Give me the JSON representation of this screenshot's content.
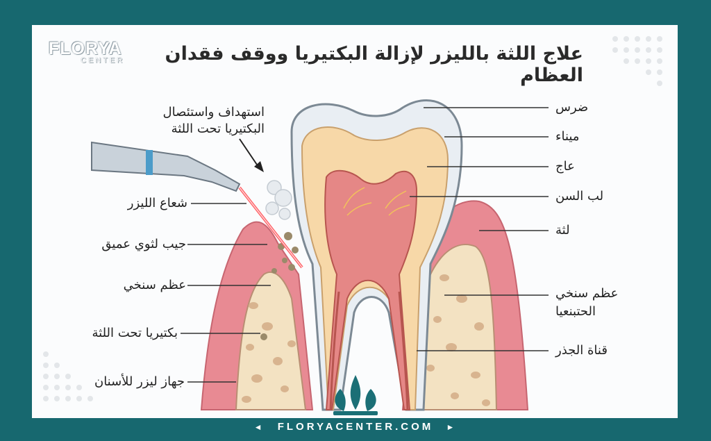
{
  "title": "علاج اللثة بالليزر لإزالة البكتيريا ووقف فقدان العظام",
  "logo": {
    "main": "FLORYA",
    "sub": "CENTER"
  },
  "footer": {
    "website": "FLORYACENTER.COM",
    "left_arrow": "◄",
    "right_arrow": "►"
  },
  "labels_left": {
    "target": "استهداف واستئصال\nالبكتيريا تحت اللثة",
    "laser_beam": "شعاع الليزر",
    "deep_pocket": "جيب لثوي عميق",
    "spongy_bone": "عظم سنخي",
    "bacteria": "بكتيريا تحت اللثة",
    "laser_device": "جهاز ليزر للأسنان"
  },
  "labels_right": {
    "molar": "ضرس",
    "enamel": "ميناء",
    "dentin": "عاج",
    "pulp": "لب السن",
    "gum": "لثة",
    "alveolar_bone_1": "عظم سنخي",
    "alveolar_bone_2": "الحتبنعيا",
    "root_canal": "قناة الجذر"
  },
  "colors": {
    "frame": "#17686f",
    "gum": "#e88a93",
    "bone": "#f3e2c2",
    "enamel": "#e9eef3",
    "dentin": "#f7d8a8",
    "pulp": "#e58786",
    "laser": "#ff5a5f"
  }
}
